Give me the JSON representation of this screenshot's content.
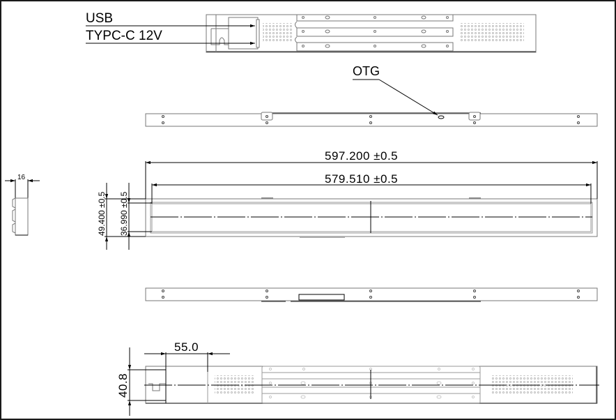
{
  "drawing": {
    "labels": {
      "usb": "USB",
      "typec": "TYPC-C 12V",
      "otg": "OTG"
    },
    "dimensions": {
      "overall_length": "597.200 ±0.5",
      "inner_length": "579.510 ±0.5",
      "overall_height": "49.400 ±0.5",
      "inner_height": "36.990 ±0.5",
      "depth": "16",
      "port_offset": "55.0",
      "back_height": "40.8"
    },
    "views": [
      "top-port-view",
      "top-edge-view",
      "front-view",
      "bottom-edge-view",
      "rear-view",
      "side-view"
    ],
    "colors": {
      "line": "#000000",
      "outline": "#777777",
      "background": "#ffffff",
      "frame": "#1a1a1a"
    }
  }
}
